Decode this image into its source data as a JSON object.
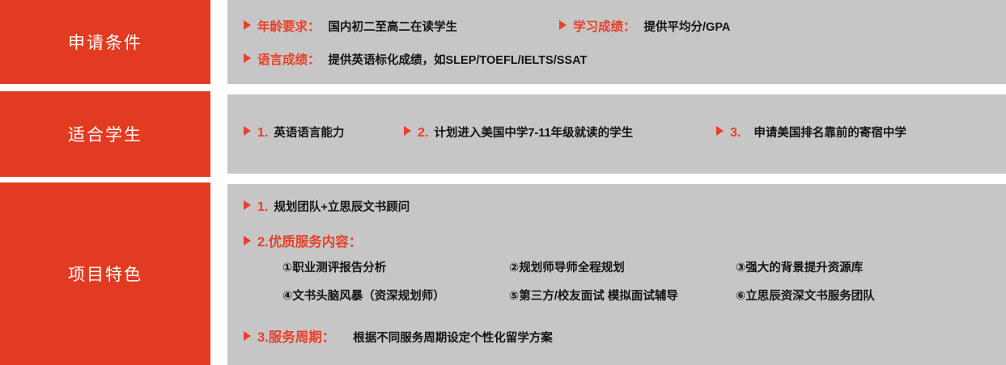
{
  "colors": {
    "red": "#e23b22",
    "accent": "#e8412a",
    "panel_bg": "#c6c6c6",
    "page_bg": "#ffffff",
    "label_text": "#ffffff",
    "body_text": "#141414"
  },
  "sections": [
    {
      "label": "申请条件",
      "rows": [
        {
          "items": [
            {
              "bullet": "triangle-right",
              "key": "年龄要求：",
              "value": "国内初二至高二在读学生"
            },
            {
              "bullet": "triangle-right",
              "key": "学习成绩：",
              "value": "提供平均分/GPA"
            }
          ]
        },
        {
          "items": [
            {
              "bullet": "triangle-right",
              "key": "语言成绩：",
              "value": "提供英语标化成绩，如SLEP/TOEFL/IELTS/SSAT"
            }
          ]
        }
      ]
    },
    {
      "label": "适合学生",
      "rows": [
        {
          "items": [
            {
              "bullet": "triangle-right",
              "number": "1.",
              "value": "英语语言能力"
            },
            {
              "bullet": "triangle-right",
              "number": "2.",
              "value": "计划进入美国中学7-11年级就读的学生"
            },
            {
              "bullet": "triangle-right",
              "number": "3.",
              "value": "申请美国排名靠前的寄宿中学"
            }
          ]
        }
      ]
    },
    {
      "label": "项目特色",
      "rows": [
        {
          "items": [
            {
              "bullet": "triangle-right",
              "number": "1.",
              "value": "规划团队+立思辰文书顾问"
            }
          ]
        },
        {
          "items": [
            {
              "bullet": "triangle-right",
              "heading": "2.优质服务内容："
            }
          ]
        },
        {
          "items": [
            {
              "bullet": "triangle-right",
              "key": "3.服务周期：",
              "value": "根据不同服务周期设定个性化留学方案"
            }
          ]
        }
      ],
      "services": [
        "①职业测评报告分析",
        "②规划师导师全程规划",
        "③强大的背景提升资源库",
        "④文书头脑风暴（资深规划师）",
        "⑤第三方/校友面试 模拟面试辅导",
        "⑥立思辰资深文书服务团队"
      ]
    }
  ]
}
